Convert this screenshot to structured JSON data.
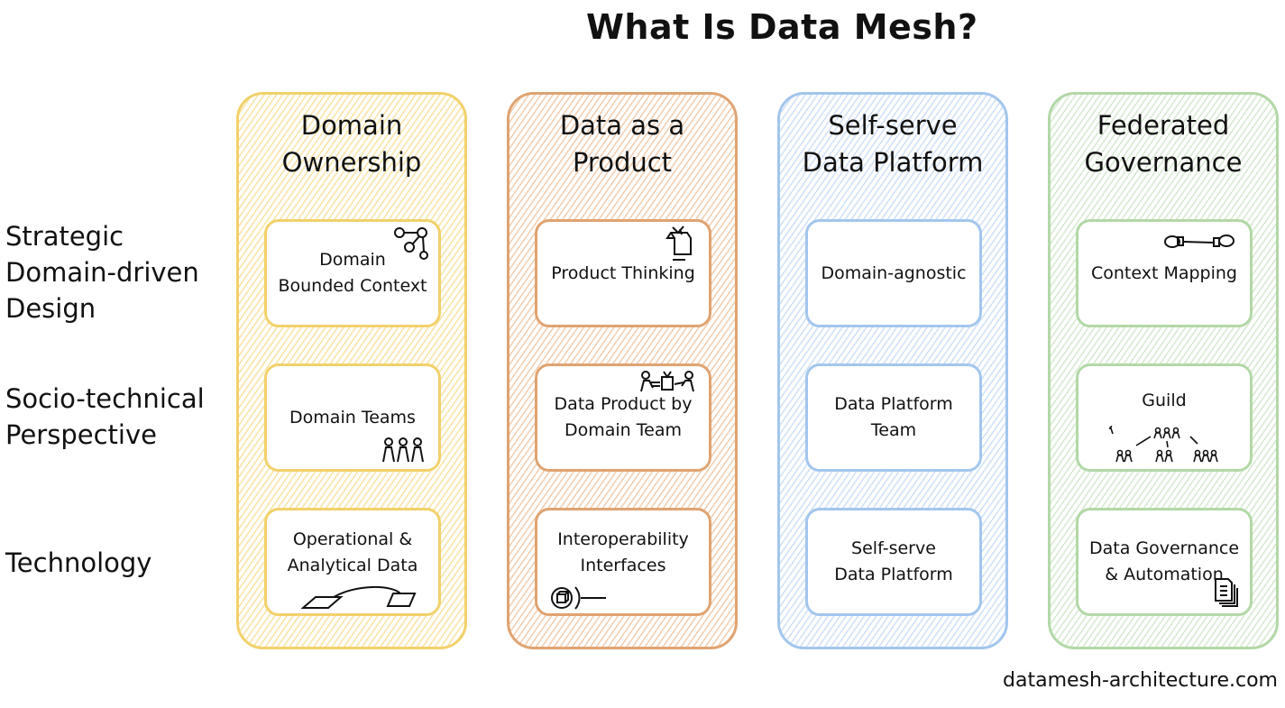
{
  "title": "What Is Data Mesh?",
  "row_labels": [
    "Strategic\nDomain-driven\nDesign",
    "Socio-technical\nPerspective",
    "Technology"
  ],
  "columns": [
    {
      "title": "Domain\nOwnership",
      "color": "#f2d16b",
      "hatch": "#f6e3a4",
      "cards": [
        {
          "label": "Domain\nBounded Context",
          "icon": "graph-nodes-icon"
        },
        {
          "label": "Domain Teams",
          "icon": "team-people-icon"
        },
        {
          "label": "Operational &\nAnalytical Data",
          "icon": "data-transfer-icon"
        }
      ]
    },
    {
      "title": "Data as a\nProduct",
      "color": "#e0a372",
      "hatch": "#f0cdb0",
      "cards": [
        {
          "label": "Product Thinking",
          "icon": "product-box-icon"
        },
        {
          "label": "Data Product by\nDomain Team",
          "icon": "team-product-icon"
        },
        {
          "label": "Interoperability\nInterfaces",
          "icon": "interface-plug-icon"
        }
      ]
    },
    {
      "title": "Self-serve\nData Platform",
      "color": "#a3c6ee",
      "hatch": "#cfe0f5",
      "cards": [
        {
          "label": "Domain-agnostic",
          "icon": ""
        },
        {
          "label": "Data Platform\nTeam",
          "icon": ""
        },
        {
          "label": "Self-serve\nData Platform",
          "icon": ""
        }
      ]
    },
    {
      "title": "Federated\nGovernance",
      "color": "#b3d8a8",
      "hatch": "#d5e9cf",
      "cards": [
        {
          "label": "Context Mapping",
          "icon": "context-link-icon"
        },
        {
          "label": "Guild",
          "icon": "guild-hierarchy-icon"
        },
        {
          "label": "Data Governance\n& Automation",
          "icon": "documents-icon"
        }
      ]
    }
  ],
  "footer": "datamesh-architecture.com"
}
